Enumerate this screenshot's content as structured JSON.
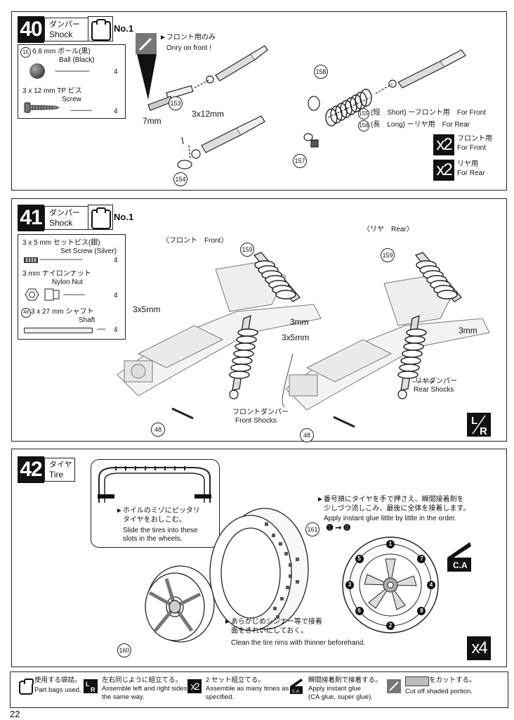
{
  "step40": {
    "number": "40",
    "title_jp": "ダンパー",
    "title_en": "Shock",
    "bag": "No.1",
    "parts": [
      {
        "id": "15",
        "name_jp": "6.8 mm ボール(黒)",
        "name_en": "Ball (Black)",
        "qty": "4"
      },
      {
        "name_jp": "3 x 12 mm TP ビス",
        "name_en": "Screw",
        "qty": "4"
      }
    ],
    "front_only_jp": "►フロント用のみ",
    "front_only_en": "Onry on front !",
    "dim_7mm": "7mm",
    "dim_3x12": "3x12mm",
    "callouts": [
      "153",
      "154",
      "158",
      "157"
    ],
    "spring_short_id": "155",
    "spring_short": "(短　Short) ーフロント用　For Front",
    "spring_long_id": "156",
    "spring_long": "(長　Long) ーリヤ用　For Rear",
    "x2_front_jp": "フロント用",
    "x2_front_en": "For Front",
    "x2_rear_jp": "リヤ用",
    "x2_rear_en": "For Rear",
    "x2_label": "x2"
  },
  "step41": {
    "number": "41",
    "title_jp": "ダンパー",
    "title_en": "Shock",
    "bag": "No.1",
    "parts": [
      {
        "name_jp": "3 x 5 mm セットビス(銀)",
        "name_en": "Set Screw (Silver)",
        "qty": "4"
      },
      {
        "name_jp": "3 mm ナイロンナット",
        "name_en": "Nylon Nut",
        "qty": "4"
      },
      {
        "id": "48",
        "name_jp": "3 x 27 mm シャフト",
        "name_en": "Shaft",
        "qty": "4"
      }
    ],
    "front_label": "〈フロント　Front〉",
    "rear_label": "〈リヤ　Rear〉",
    "dim_3x5_a": "3x5mm",
    "dim_3x5_b": "3x5mm",
    "dim_3mm_a": "3mm",
    "dim_3mm_b": "3mm",
    "callout_159a": "159",
    "callout_159b": "159",
    "callout_48a": "48",
    "callout_48b": "48",
    "front_shocks_jp": "フロントダンパー",
    "front_shocks_en": "Front Shocks",
    "rear_shocks_jp": "リヤダンパー",
    "rear_shocks_en": "Rear Shocks"
  },
  "step42": {
    "number": "42",
    "title_jp": "タイヤ",
    "title_en": "Tire",
    "slot_jp1": "►ホイルのミゾにピッタリ",
    "slot_jp2": "タイヤをおしこむ。",
    "slot_en1": "Slide the tires into these",
    "slot_en2": "slots in the wheels.",
    "glue_jp1": "►番号順にタイヤを手で押さえ、瞬間接着剤を",
    "glue_jp2": "少しづつ流しこみ、最後に全体を接着します。",
    "glue_en": "Apply instant glue little by little in the order.",
    "glue_order": "➊ ➞ ➑",
    "clean_jp1": "►あらかじめシンナー等で接着",
    "clean_jp2": "面をきれいにしておく。",
    "clean_en": "Clean the tire rims with thinner beforehand.",
    "callout_161": "161",
    "callout_160": "160",
    "ca_label": "C.A",
    "order_nums": [
      "1",
      "2",
      "3",
      "4",
      "5",
      "6",
      "7",
      "8"
    ],
    "x4_label": "x4"
  },
  "footer": {
    "bag_jp": "使用する袋詰。",
    "bag_en": "Part bags used.",
    "lr_jp": "左右同じように組立てる。",
    "lr_en1": "Assemble left and right sides",
    "lr_en2": "the same way.",
    "x2_jp": "2 セット組立てる。",
    "x2_en1": "Assemble as many times as",
    "x2_en2": "specified.",
    "ca_jp": "瞬間接着剤で接着する。",
    "ca_en1": "Apply instant glue",
    "ca_en2": "(CA glue, super glue).",
    "cut_jp": "をカットする。",
    "cut_en": "Cut off shaded portion."
  },
  "page_number": "22"
}
